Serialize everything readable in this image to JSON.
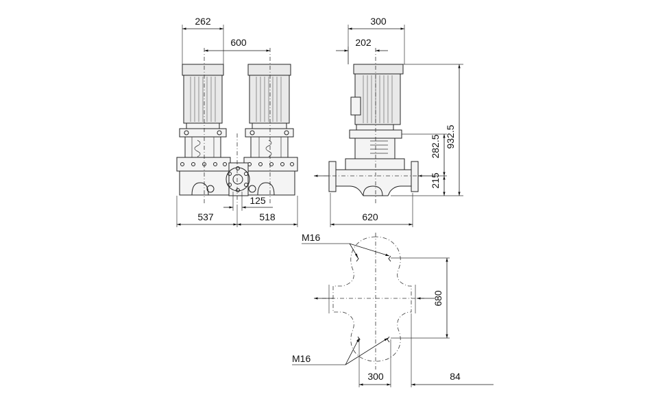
{
  "dimensions": {
    "front_motor_width": "262",
    "pump_spacing": "600",
    "flange_offset": "125",
    "left_base": "537",
    "right_base": "518",
    "side_width": "300",
    "side_offset": "202",
    "overall_height": "932.5",
    "flange_height": "282.5",
    "axis_height": "215",
    "port_to_port": "620",
    "plan_depth": "680",
    "plan_width": "300",
    "plan_offset": "84"
  },
  "labels": {
    "bolt_top": "M16",
    "bolt_bottom": "M16"
  }
}
